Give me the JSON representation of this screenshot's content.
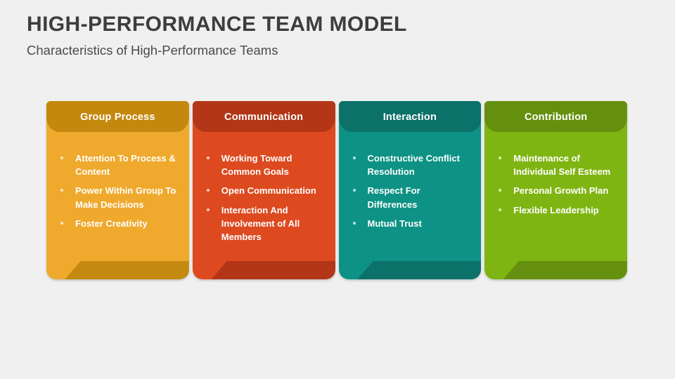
{
  "slide": {
    "title": "HIGH-PERFORMANCE TEAM MODEL",
    "subtitle": "Characteristics of High-Performance Teams",
    "background_color": "#f0f0f0",
    "title_color": "#3d3d3d"
  },
  "cards": [
    {
      "title": "Group Process",
      "body_color": "#EFA92C",
      "header_color": "#C4880F",
      "fold_color": "#C48910",
      "bullets": [
        "Attention To Process & Content",
        "Power Within Group To Make Decisions",
        "Foster Creativity"
      ]
    },
    {
      "title": "Communication",
      "body_color": "#DD4A20",
      "header_color": "#B23617",
      "fold_color": "#B23617",
      "bullets": [
        "Working Toward Common Goals",
        "Open Communication",
        "Interaction And Involvement of All Members"
      ]
    },
    {
      "title": "Interaction",
      "body_color": "#0E9285",
      "header_color": "#0B7169",
      "fold_color": "#0B7169",
      "bullets": [
        "Constructive Conflict Resolution",
        "Respect For Differences",
        "Mutual Trust"
      ]
    },
    {
      "title": "Contribution",
      "body_color": "#7FB513",
      "header_color": "#65900F",
      "fold_color": "#65900F",
      "bullets": [
        "Maintenance of Individual Self Esteem",
        "Personal Growth Plan",
        "Flexible Leadership"
      ]
    }
  ]
}
